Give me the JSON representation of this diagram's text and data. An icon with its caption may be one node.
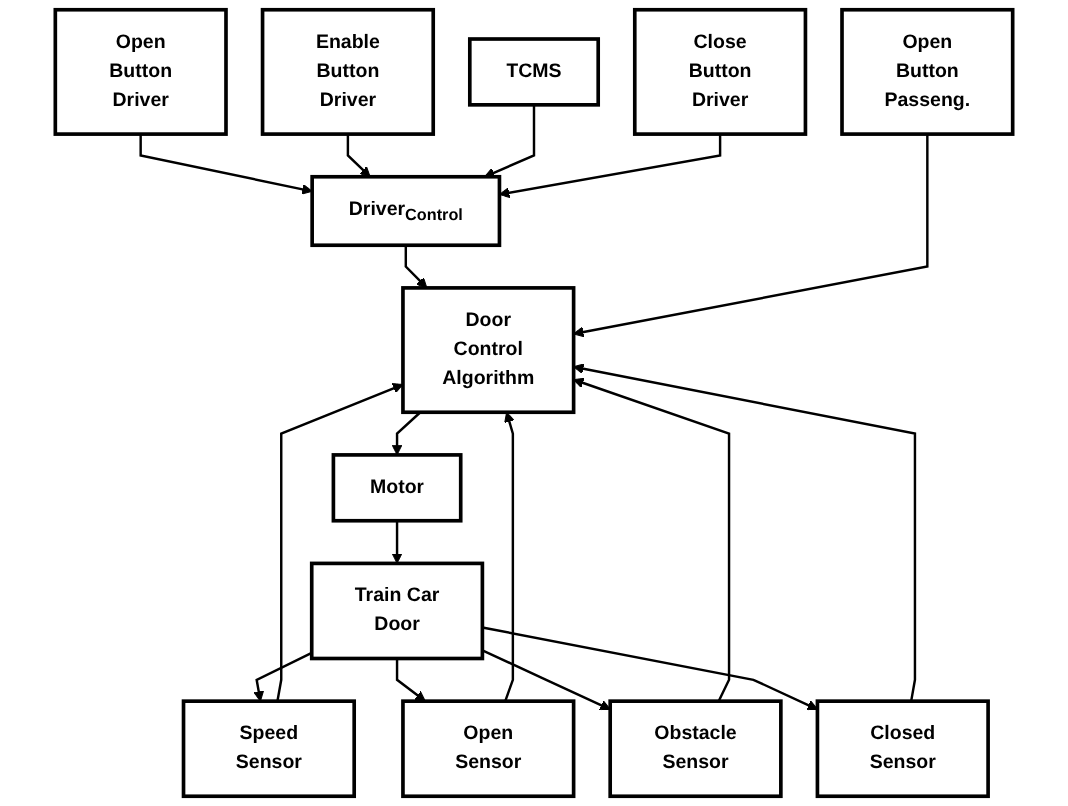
{
  "diagram": {
    "nodes": [
      {
        "text": [
          "TCMS"
        ]
      },
      {
        "text": [
          "Open Button Driver"
        ]
      },
      {
        "text": [
          "Close Button Driver"
        ]
      },
      {
        "text": [
          "Driver$_{Control}$"
        ]
      },
      {
        "text": [
          "Enable Button Driver"
        ]
      },
      {
        "text": [
          "Open Button Passeng."
        ]
      },
      {
        "text": [
          "Door Control Algorithm"
        ]
      },
      {
        "text": [
          "Speed Sensor"
        ]
      },
      {
        "text": [
          "Motor"
        ]
      },
      {
        "text": [
          "Open Sensor"
        ]
      },
      {
        "text": [
          "Obstacle Sensor"
        ]
      },
      {
        "text": [
          "Train Car Door"
        ]
      },
      {
        "text": [
          "Closed Sensor"
        ]
      }
    ],
    "edges": [
      {
        "from": 1,
        "to": 3,
        "arrow": "to"
      },
      {
        "from": 4,
        "to": 3,
        "arrow": "to"
      },
      {
        "from": 0,
        "to": 3,
        "arrow": "to"
      },
      {
        "from": 2,
        "to": 3,
        "arrow": "to"
      },
      {
        "from": 3,
        "to": 6,
        "arrow": "to"
      },
      {
        "from": 5,
        "to": 6,
        "arrow": "to"
      },
      {
        "from": 10,
        "to": 6,
        "arrow": "to"
      },
      {
        "from": 7,
        "to": 6,
        "arrow": "to"
      },
      {
        "from": 12,
        "to": 6,
        "arrow": "to"
      },
      {
        "from": 9,
        "to": 6,
        "arrow": "to"
      },
      {
        "from": 6,
        "to": 8,
        "arrow": "to"
      },
      {
        "from": 8,
        "to": 11,
        "arrow": "to"
      },
      {
        "from": 11,
        "to": 7,
        "arrow": "to"
      },
      {
        "from": 11,
        "to": 9,
        "arrow": "to"
      },
      {
        "from": 11,
        "to": 10,
        "arrow": "to"
      },
      {
        "from": 11,
        "to": 12,
        "arrow": "to"
      }
    ]
  }
}
